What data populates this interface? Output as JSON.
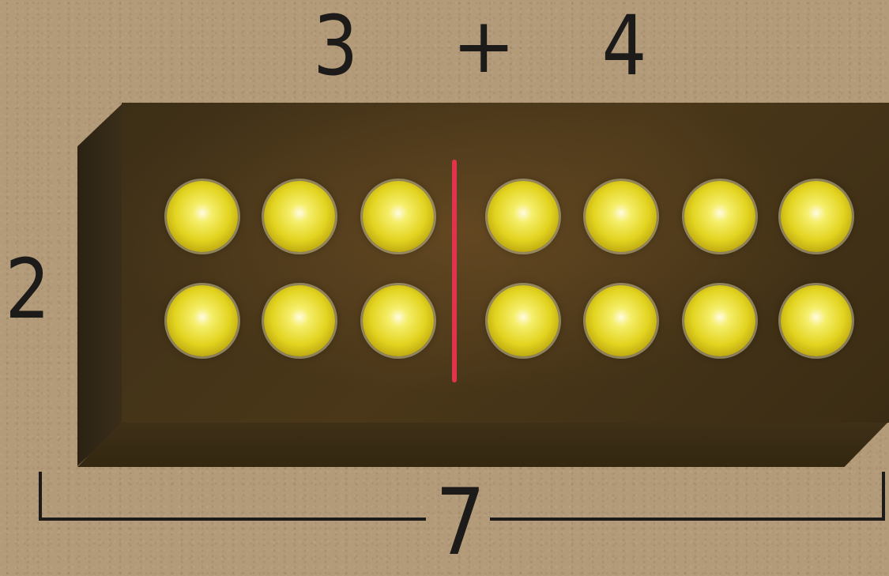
{
  "equation": {
    "left_addend": "3",
    "operator": "+",
    "right_addend": "4"
  },
  "rows_label": "2",
  "total_label": "7",
  "grid": {
    "rows": 2,
    "left_columns": 3,
    "right_columns": 4
  },
  "colors": {
    "background": "#b39a78",
    "tray": "#4a3719",
    "ball": "#e3d420",
    "divider": "#e2334d",
    "text": "#1d1b19"
  }
}
